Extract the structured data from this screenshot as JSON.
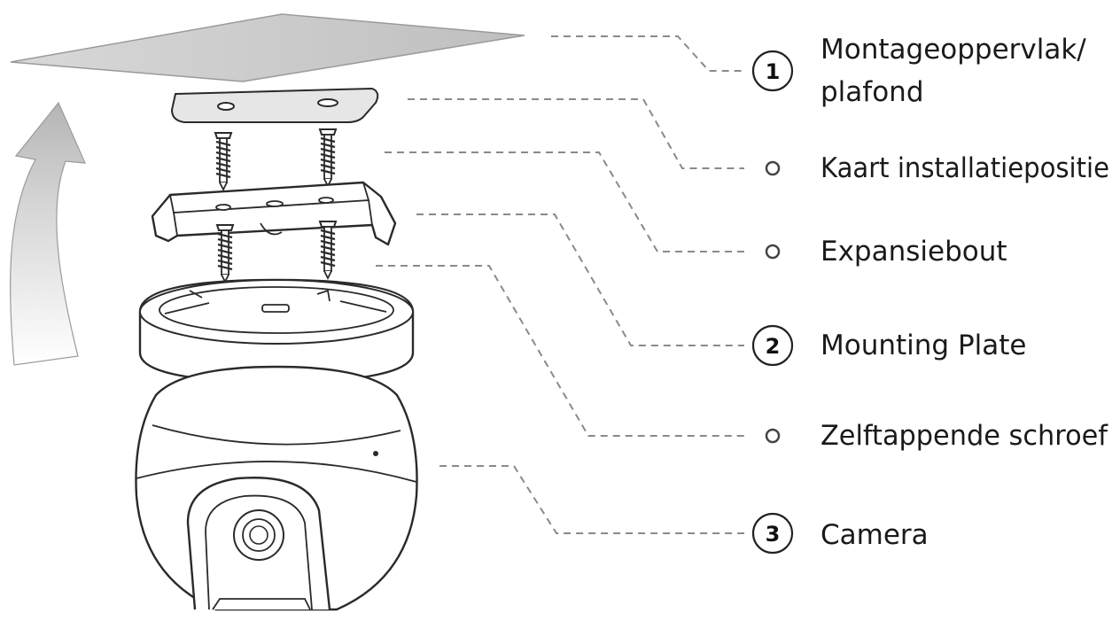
{
  "items": [
    {
      "marker": "1",
      "line1": "Montageoppervlak/",
      "line2": "plafond"
    },
    {
      "marker": "",
      "line1": "Kaart installatiepositie"
    },
    {
      "marker": "",
      "line1": "Expansiebout"
    },
    {
      "marker": "2",
      "line1": "Mounting Plate"
    },
    {
      "marker": "",
      "line1": "Zelftappende schroef"
    },
    {
      "marker": "3",
      "line1": "Camera"
    }
  ],
  "colors": {
    "ceiling": "#c9c9c9",
    "arrow": "#bdbdbd",
    "line": "#2a2a2a",
    "dash": "#8a8a8a"
  },
  "icons": [
    "arrow-up-icon",
    "screw-icon",
    "camera-icon"
  ]
}
